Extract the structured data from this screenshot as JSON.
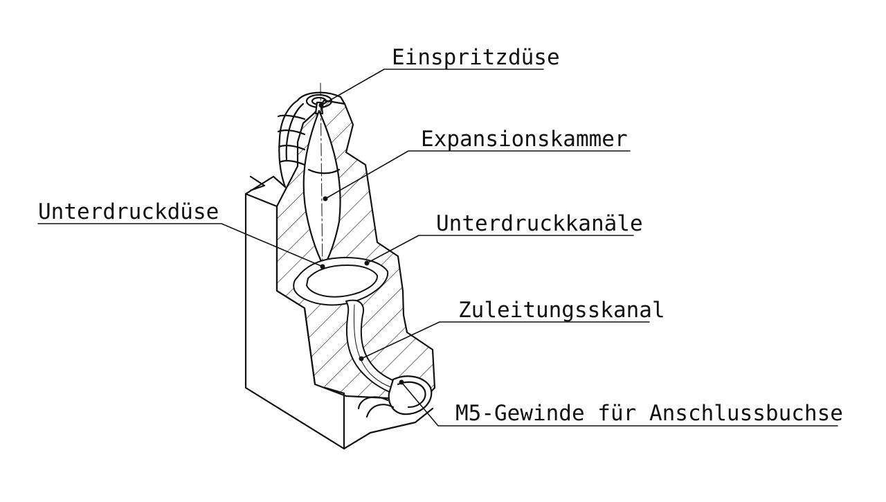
{
  "colors": {
    "ink": "#111111",
    "background": "#ffffff",
    "hatch": "#222222"
  },
  "labels": {
    "einspritzduese": "Einspritzdüse",
    "expansionskammer": "Expansionskammer",
    "unterdruckduese": "Unterdruckdüse",
    "unterdruckkanaele": "Unterdruckkanäle",
    "zuleitungskanal": "Zuleitungsskanal",
    "m5_gewinde": "M5-Gewinde für Anschlussbuchse"
  }
}
